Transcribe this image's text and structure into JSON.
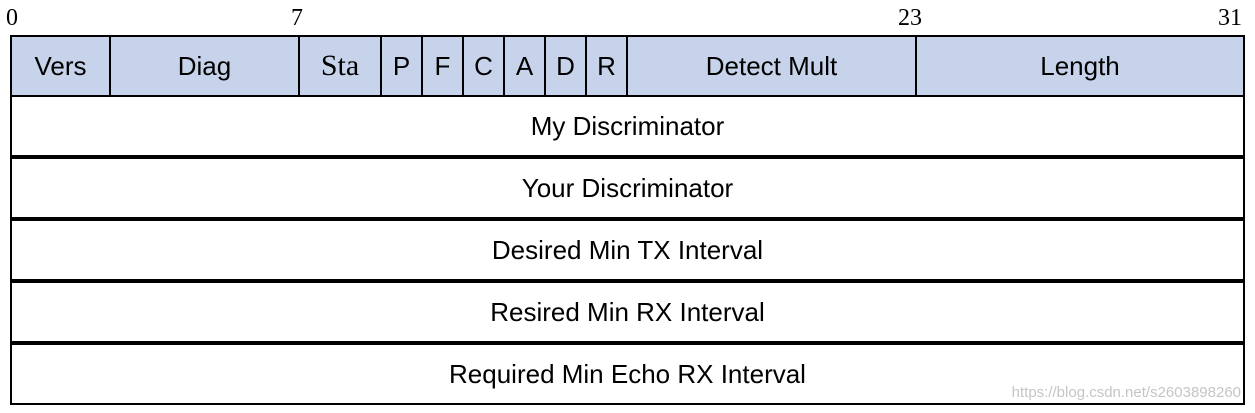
{
  "bit_positions": [
    "0",
    "7",
    "23",
    "31"
  ],
  "header_fields": {
    "vers": "Vers",
    "diag": "Diag",
    "sta": "Sta",
    "p": "P",
    "f": "F",
    "c": "C",
    "a": "A",
    "d": "D",
    "r": "R",
    "detect_mult": "Detect Mult",
    "length": "Length"
  },
  "rows": [
    "My Discriminator",
    "Your Discriminator",
    "Desired Min TX Interval",
    "Resired Min RX Interval",
    "Required Min Echo RX Interval"
  ],
  "colors": {
    "header_fill": "#c7d3ea",
    "border": "#000000"
  },
  "watermark": "https://blog.csdn.net/s2603898260"
}
